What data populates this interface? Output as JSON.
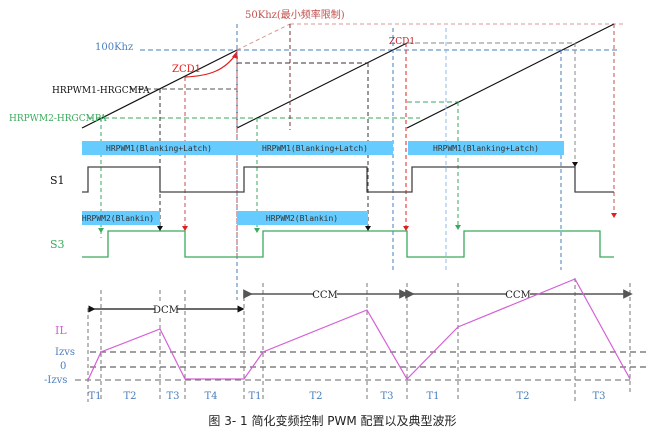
{
  "caption": "图 3- 1 简化变频控制 PWM 配置以及典型波形",
  "labels": {
    "freq_min": "50Khz(最小频率限制)",
    "freq_max": "100Khz",
    "zcd_a": "ZCD1",
    "zcd_b": "ZCD1",
    "cmp1": "HRPWM1-HRGCMPA",
    "cmp2": "HRPWM2-HRGCMPA",
    "s1": "S1",
    "s3": "S3",
    "il": "IL",
    "izvs": "Izvs",
    "zero": "0",
    "neg_izvs": "-Izvs"
  },
  "bars": {
    "pwm1": [
      "HRPWM1(Blanking+Latch)",
      "HRPWM1(Blanking+Latch)",
      "HRPWM1(Blanking+Latch)"
    ],
    "pwm2": [
      "HRPWM2(Blankin)",
      "HRPWM2(Blankin)"
    ]
  },
  "modes": [
    "DCM",
    "CCM",
    "CCM"
  ],
  "intervals": [
    "T1",
    "T2",
    "T3",
    "T4",
    "T1",
    "T2",
    "T3",
    "T1",
    "T2",
    "T3"
  ],
  "colors": {
    "blue_bar": "#66ccff",
    "freq_min": "#c0504d",
    "freq_max": "#4a7ebb",
    "green": "#3aaa5c",
    "current": "#d660d6",
    "interval_text": "#4a7ebb",
    "il_text": "#d660d6"
  }
}
